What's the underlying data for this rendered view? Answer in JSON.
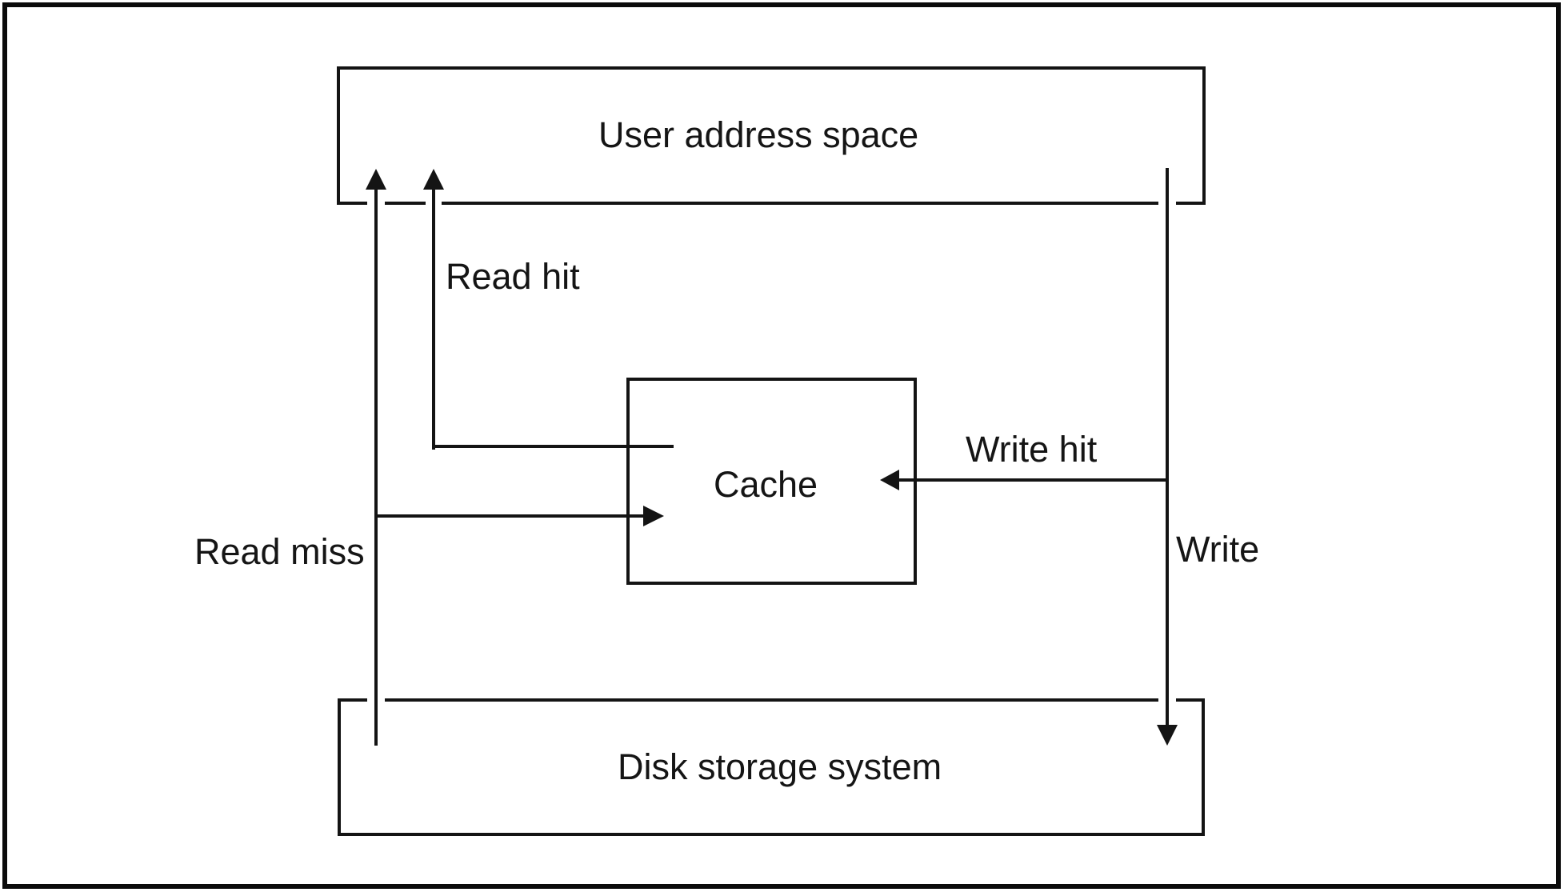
{
  "diagram": {
    "type": "block-diagram",
    "subject": "Disk cache read/write data flow",
    "boxes": {
      "user": {
        "label": "User address space"
      },
      "cache": {
        "label": "Cache"
      },
      "disk": {
        "label": "Disk storage system"
      }
    },
    "arrows": {
      "read_hit": {
        "label": "Read hit",
        "from": "Cache",
        "to": "User address space"
      },
      "read_miss": {
        "label": "Read miss",
        "from": "Disk storage system",
        "to": "User address space and Cache"
      },
      "write_hit": {
        "label": "Write hit",
        "from": "User address space",
        "to": "Cache"
      },
      "write": {
        "label": "Write",
        "from": "User address space",
        "to": "Disk storage system"
      }
    },
    "colors": {
      "line": "#141414",
      "ink": "#151515",
      "background": "#ffffff",
      "frame": "#0b0b0b"
    }
  }
}
